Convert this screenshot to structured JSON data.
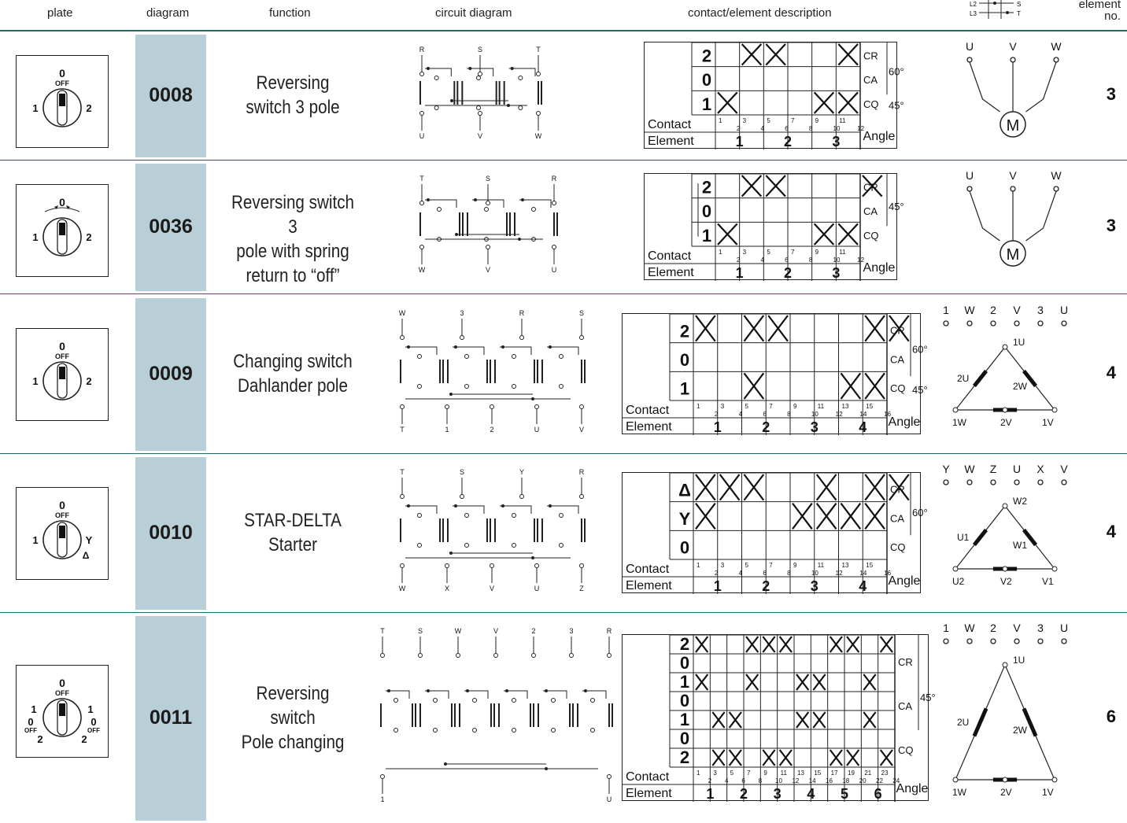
{
  "header": {
    "plate": "plate",
    "diagram": "diagram",
    "function": "function",
    "circuit_diagram": "circuit diagram",
    "contact_description": "contact/element description",
    "element_no_line1": "element",
    "element_no_line2": "no.",
    "mini_labels": [
      "L2",
      "L3",
      "S",
      "T"
    ]
  },
  "common": {
    "contact_label": "Contact",
    "element_label": "Element",
    "angle_label": "Angle",
    "off_label": "OFF",
    "motor_letter": "M"
  },
  "rows": [
    {
      "code": "0008",
      "function_lines": [
        "Reversing",
        "switch 3 pole"
      ],
      "plate_labels": {
        "top": "0",
        "off": "OFF",
        "left": "1",
        "right": "2"
      },
      "circuit_top": [
        "R",
        "S",
        "T"
      ],
      "circuit_bottom": [
        "U",
        "V",
        "W"
      ],
      "positions": [
        "2",
        "0",
        "1"
      ],
      "crosses": [
        [
          2,
          3,
          6
        ],
        [],
        [
          1,
          5,
          6
        ]
      ],
      "ratings": [
        "CR",
        "CA",
        "CQ"
      ],
      "angles": [
        "60°",
        "45°"
      ],
      "contacts": 12,
      "elements": [
        "1",
        "2",
        "3"
      ],
      "motor_terminals": [
        "U",
        "V",
        "W"
      ],
      "element_no": "3"
    },
    {
      "code": "0036",
      "function_lines": [
        "Reversing switch 3",
        "pole with spring",
        "return to “off”"
      ],
      "plate_labels": {
        "top": "0",
        "left": "1",
        "right": "2"
      },
      "circuit_top": [
        "T",
        "S",
        "R"
      ],
      "circuit_bottom": [
        "W",
        "V",
        "U"
      ],
      "positions": [
        "2",
        "0",
        "1"
      ],
      "crosses": [
        [
          2,
          3,
          7
        ],
        [],
        [
          1,
          5,
          6
        ]
      ],
      "ratings": [
        "CR",
        "CA",
        "CQ"
      ],
      "angles": [
        "45°"
      ],
      "contacts": 12,
      "elements": [
        "1",
        "2",
        "3"
      ],
      "motor_terminals": [
        "U",
        "V",
        "W"
      ],
      "element_no": "3"
    },
    {
      "code": "0009",
      "function_lines": [
        "Changing switch",
        "Dahlander pole"
      ],
      "plate_labels": {
        "top": "0",
        "off": "OFF",
        "left": "1",
        "right": "2"
      },
      "circuit_top": [
        "W",
        "3",
        "R",
        "S"
      ],
      "circuit_bottom": [
        "T",
        "1",
        "2",
        "U",
        "V"
      ],
      "positions": [
        "2",
        "0",
        "1"
      ],
      "crosses": [
        [
          1,
          3,
          4,
          8,
          9
        ],
        [],
        [
          3,
          7,
          8
        ]
      ],
      "ratings": [
        "CR",
        "CA",
        "CQ"
      ],
      "angles": [
        "60°",
        "45°"
      ],
      "contacts": 16,
      "elements": [
        "1",
        "2",
        "3",
        "4"
      ],
      "motor_terminals": [
        "1",
        "W",
        "2",
        "V",
        "3",
        "U"
      ],
      "winding_labels": [
        "1U",
        "2U",
        "2W",
        "1W",
        "2V",
        "1V"
      ],
      "element_no": "4"
    },
    {
      "code": "0010",
      "function_lines": [
        "STAR-DELTA",
        "Starter"
      ],
      "plate_labels": {
        "top": "0",
        "off": "OFF",
        "left": "1",
        "right": "Y",
        "bottom": "Δ"
      },
      "circuit_top": [
        "T",
        "S",
        "Y",
        "R"
      ],
      "circuit_bottom": [
        "W",
        "X",
        "V",
        "U",
        "Z"
      ],
      "positions": [
        "Δ",
        "Y",
        "0"
      ],
      "crosses": [
        [
          1,
          2,
          3,
          6,
          8,
          9
        ],
        [
          1,
          5,
          6,
          7,
          8
        ],
        []
      ],
      "ratings": [
        "CR",
        "CA",
        "CQ"
      ],
      "angles": [
        "60°"
      ],
      "contacts": 16,
      "elements": [
        "1",
        "2",
        "3",
        "4"
      ],
      "motor_terminals": [
        "Y",
        "W",
        "Z",
        "U",
        "X",
        "V"
      ],
      "winding_labels": [
        "W2",
        "U1",
        "W1",
        "U2",
        "V2",
        "V1"
      ],
      "element_no": "4"
    },
    {
      "code": "0011",
      "function_lines": [
        "Reversing",
        "switch",
        "Pole changing"
      ],
      "plate_labels": {
        "top": "0",
        "off": "OFF",
        "left": "1",
        "right": "1",
        "bl": "0",
        "br": "0",
        "bot_l": "2",
        "bot_r": "2"
      },
      "circuit_top": [
        "T",
        "S",
        "W",
        "V",
        "2",
        "3",
        "R"
      ],
      "circuit_bottom": [
        "1",
        "U"
      ],
      "positions": [
        "2",
        "0",
        "1",
        "0",
        "1",
        "0",
        "2"
      ],
      "crosses": [
        [
          1,
          4,
          5,
          6,
          9,
          10,
          12
        ],
        [],
        [
          1,
          4,
          7,
          8,
          11
        ],
        [],
        [
          2,
          3,
          7,
          8,
          11
        ],
        [],
        [
          2,
          3,
          5,
          6,
          9,
          10,
          12
        ]
      ],
      "ratings": [
        "CR",
        "CA",
        "CQ"
      ],
      "angles": [
        "45°"
      ],
      "contacts": 24,
      "elements": [
        "1",
        "2",
        "3",
        "4",
        "5",
        "6"
      ],
      "motor_terminals": [
        "1",
        "W",
        "2",
        "V",
        "3",
        "U"
      ],
      "winding_labels": [
        "1U",
        "2U",
        "2W",
        "1W",
        "2V",
        "1V"
      ],
      "element_no": "6"
    }
  ]
}
